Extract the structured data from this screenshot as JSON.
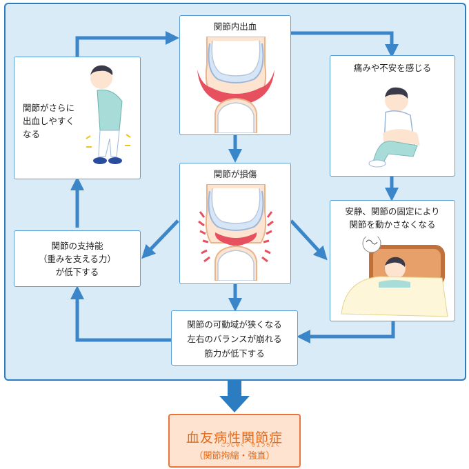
{
  "boxes": {
    "hemarthrosis": {
      "label": "関節内出血"
    },
    "pain_anxiety": {
      "label": "痛みや不安を感じる"
    },
    "immobilization": {
      "line1": "安静、関節の固定により",
      "line2": "関節を動かさなくなる"
    },
    "joint_damage": {
      "label": "関節が損傷"
    },
    "more_bleeding": {
      "line1": "関節がさらに",
      "line2": "出血しやすく",
      "line3": "なる"
    },
    "support_decline": {
      "line1": "関節の支持能",
      "line2": "（重みを支える力）",
      "line3": "が低下する"
    },
    "range_decline": {
      "line1": "関節の可動域が狭くなる",
      "line2": "左右のバランスが崩れる",
      "line3": "筋力が低下する"
    }
  },
  "result": {
    "title": "血友病性関節症",
    "subtitle": "（関節拘縮・強直）",
    "ruby_contracture": "こうしゅく",
    "ruby_ankylosis": "きょうちょく"
  },
  "colors": {
    "arrow": "#3a86c8",
    "panel_bg": "#d9ebf7",
    "result_border": "#e8743a",
    "result_text": "#e26a1a",
    "blood": "#e6505f"
  },
  "icons": {
    "joint_bleeding": "knee-joint-bleeding-illustration",
    "joint_damaged": "knee-joint-damaged-illustration",
    "boy_pain": "boy-with-joint-pain-illustration",
    "boy_sitting": "boy-sitting-anxious-illustration",
    "boy_bed": "boy-lying-in-bed-illustration"
  }
}
